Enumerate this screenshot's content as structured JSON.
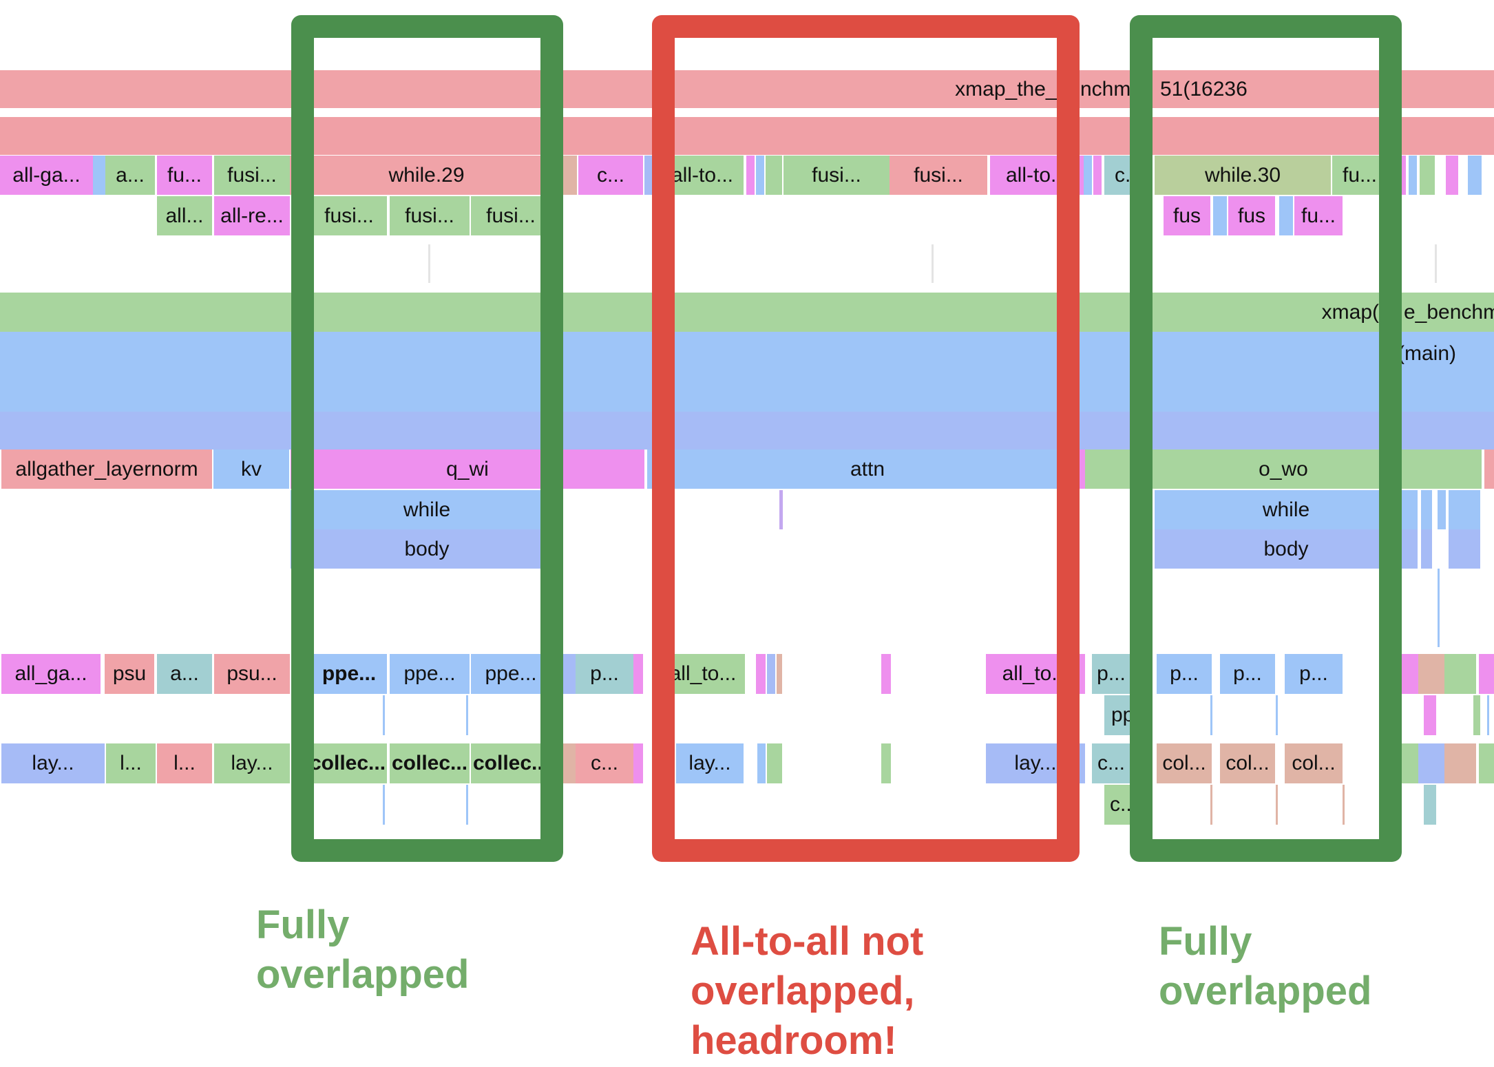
{
  "colors": {
    "pink": "#f0a3a8",
    "salmon": "#f0a0a6",
    "magenta": "#ee90ee",
    "green": "#a8d59e",
    "blue": "#9ec5f8",
    "periwinkle": "#a6bbf6",
    "teal": "#a2cfd2",
    "tan": "#e0b4a6",
    "overlap_green": "#4b8f4d",
    "headroom_red": "#de4d42",
    "caption_green": "#74ad6b",
    "caption_red": "#de4d42"
  },
  "rows": {
    "xmap_top": {
      "bar_label": "xmap_the_benchmar",
      "bar_label_tail": "51(16236"
    },
    "ops_1": [
      {
        "label": "all-ga..."
      },
      {
        "label": "a..."
      },
      {
        "label": "fu..."
      },
      {
        "label": "fusi..."
      },
      {
        "label": "while.29"
      },
      {
        "label": "c..."
      },
      {
        "label": "all-to..."
      },
      {
        "label": "fusi..."
      },
      {
        "label": "fusi..."
      },
      {
        "label": "all-to..."
      },
      {
        "label": "c..."
      },
      {
        "label": "while.30"
      },
      {
        "label": "fu..."
      }
    ],
    "ops_2": [
      {
        "label": "all..."
      },
      {
        "label": "all-re..."
      },
      {
        "label": "fusi..."
      },
      {
        "label": "fusi..."
      },
      {
        "label": "fusi..."
      },
      {
        "label": "fus"
      },
      {
        "label": "fus"
      },
      {
        "label": "fu..."
      }
    ],
    "xmap_mid": {
      "bar_label": "xmap(",
      "bar_label_tail": "e_benchm"
    },
    "main_label": "(main)",
    "scopes": [
      {
        "label": "allgather_layernorm"
      },
      {
        "label": "kv"
      },
      {
        "label": "q_wi"
      },
      {
        "label": "attn"
      },
      {
        "label": "o_wo"
      }
    ],
    "while_labels": [
      "while",
      "while"
    ],
    "body_labels": [
      "body",
      "body"
    ],
    "ops_3": [
      {
        "label": "all_ga..."
      },
      {
        "label": "psu"
      },
      {
        "label": "a..."
      },
      {
        "label": "psu..."
      },
      {
        "label": "ppe..."
      },
      {
        "label": "ppe..."
      },
      {
        "label": "ppe..."
      },
      {
        "label": "p..."
      },
      {
        "label": "all_to..."
      },
      {
        "label": "all_to..."
      },
      {
        "label": "p..."
      },
      {
        "label": "p..."
      },
      {
        "label": "p..."
      },
      {
        "label": "p..."
      },
      {
        "label": "pp"
      }
    ],
    "ops_4": [
      {
        "label": "lay..."
      },
      {
        "label": "l..."
      },
      {
        "label": "l..."
      },
      {
        "label": "lay..."
      },
      {
        "label": "collec..."
      },
      {
        "label": "collec..."
      },
      {
        "label": "collec..."
      },
      {
        "label": "c..."
      },
      {
        "label": "lay..."
      },
      {
        "label": "lay..."
      },
      {
        "label": "c..."
      },
      {
        "label": "col..."
      },
      {
        "label": "col..."
      },
      {
        "label": "col..."
      },
      {
        "label": "c..."
      }
    ]
  },
  "captions": {
    "left": [
      "Fully",
      "overlapped"
    ],
    "middle": [
      "All-to-all not",
      "overlapped,",
      "headroom!"
    ],
    "right": [
      "Fully",
      "overlapped"
    ]
  }
}
